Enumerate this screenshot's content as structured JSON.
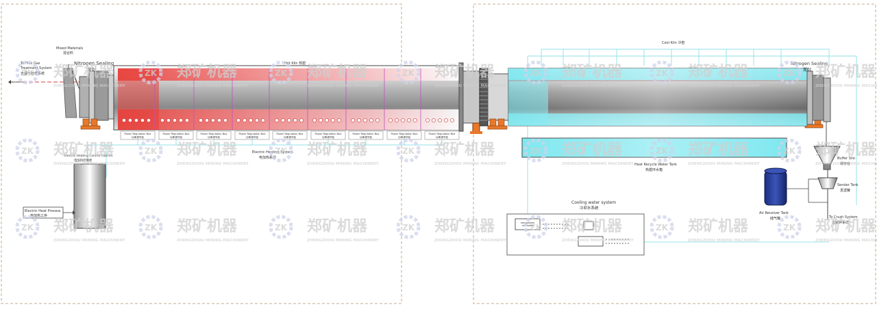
{
  "labels": {
    "flue_gas_en": "To Flue Gas",
    "flue_gas_en2": "Treatment System",
    "flue_gas_cn": "去烟气处理系统",
    "mixed_materials_en": "Mixed Materials",
    "mixed_materials_cn": "混合料",
    "nitrogen_left_en": "Nitrogen Sealing",
    "nitrogen_left_cn": "氮封",
    "hot_kiln": "Hot Kiln 热窑",
    "power_box_en": "Power Regulation Box",
    "power_box_cn": "功率调节柜",
    "electric_heating_en": "Electric Heating System",
    "electric_heating_cn": "电加热系统",
    "cabinet_en": "Electric Heating Control Cabinet",
    "cabinet_cn": "电加热控制柜",
    "electric_heat_process_en": "Electric Heat Process",
    "electric_heat_process_cn": "电加热工序",
    "cool_kiln": "Cool Kiln 冷窑",
    "nitrogen_right_en": "Nitrogen Sealing",
    "nitrogen_right_cn": "氮封",
    "heat_recycle_en": "Heat Recycle Water Tank",
    "heat_recycle_cn": "热循环水箱",
    "cooling_water_en": "Cooling water system",
    "cooling_water_cn": "冷却水系统",
    "buffer_silo_en": "Buffer Silo",
    "buffer_silo_cn": "缓存仓",
    "sender_tank_en": "Sender Tank",
    "sender_tank_cn": "发送罐",
    "air_receiver_en": "Air Receiver Tank",
    "air_receiver_cn": "储气罐",
    "to_crush_en": "To Crush System",
    "to_crush_cn": "去破碎系统"
  },
  "watermark": {
    "cn": "郑矿机器",
    "en": "ZHENGZHOU MINING MACHINERY",
    "logo": "ZK"
  },
  "colors": {
    "hot_zone": "#e8403a",
    "cool_zone": "#7fe8f0",
    "frame": "#c8a888",
    "watermark": "#cfcfcf",
    "orange": "#e8782a"
  }
}
